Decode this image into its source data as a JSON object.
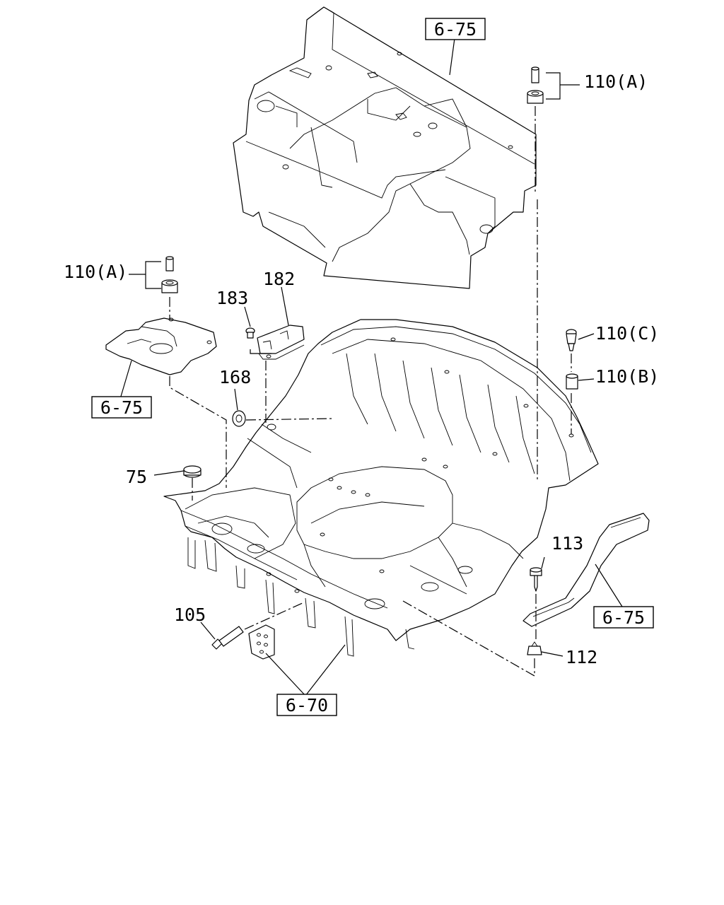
{
  "refs": {
    "ref_top": "6-75",
    "ref_left": "6-75",
    "ref_right": "6-75",
    "ref_bottom": "6-70"
  },
  "labels": {
    "p110a_top": "110(A)",
    "p110a_left": "110(A)",
    "p110c": "110(C)",
    "p110b": "110(B)",
    "p182": "182",
    "p183": "183",
    "p168": "168",
    "p75": "75",
    "p113": "113",
    "p105": "105",
    "p112": "112"
  }
}
